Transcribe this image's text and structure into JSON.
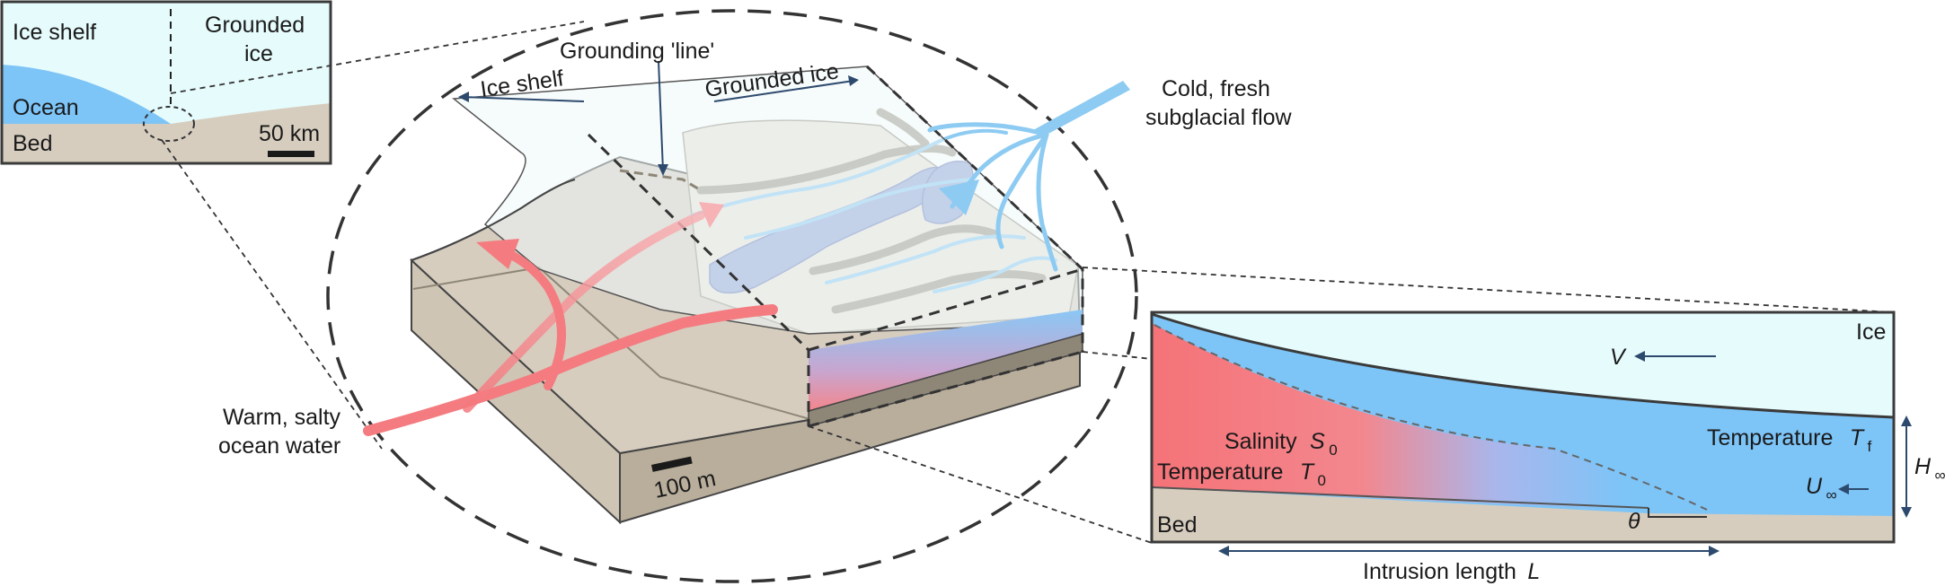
{
  "inset_map": {
    "ice_shelf": "Ice shelf",
    "grounded_ice_line1": "Grounded",
    "grounded_ice_line2": "ice",
    "ocean": "Ocean",
    "bed": "Bed",
    "scale": "50 km"
  },
  "block": {
    "grounding_line": "Grounding 'line'",
    "ice_shelf": "Ice shelf",
    "grounded_ice": "Grounded ice",
    "cold_line1": "Cold, fresh",
    "cold_line2": "subglacial flow",
    "warm_line1": "Warm, salty",
    "warm_line2": "ocean water",
    "scale": "100 m"
  },
  "cross_section": {
    "ice": "Ice",
    "bed": "Bed",
    "velocity": "V",
    "salinity": "Salinity",
    "salinity_sym": "S",
    "salinity_sub": "0",
    "temp_left": "Temperature",
    "temp_left_sym": "T",
    "temp_left_sub": "0",
    "temp_right": "Temperature",
    "temp_right_sym": "T",
    "temp_right_sub": "f",
    "h_sym": "H",
    "h_sub": "∞",
    "u_sym": "U",
    "u_sub": "∞",
    "theta": "θ",
    "intrusion": "Intrusion length",
    "intrusion_sym": "L"
  },
  "colors": {
    "ice": "#e6fbfc",
    "ocean": "#7dc4f7",
    "bed": "#d6cdbf",
    "warm": "#f47c80",
    "cold": "#8dcbf2",
    "channel": "#8fa3d6"
  }
}
